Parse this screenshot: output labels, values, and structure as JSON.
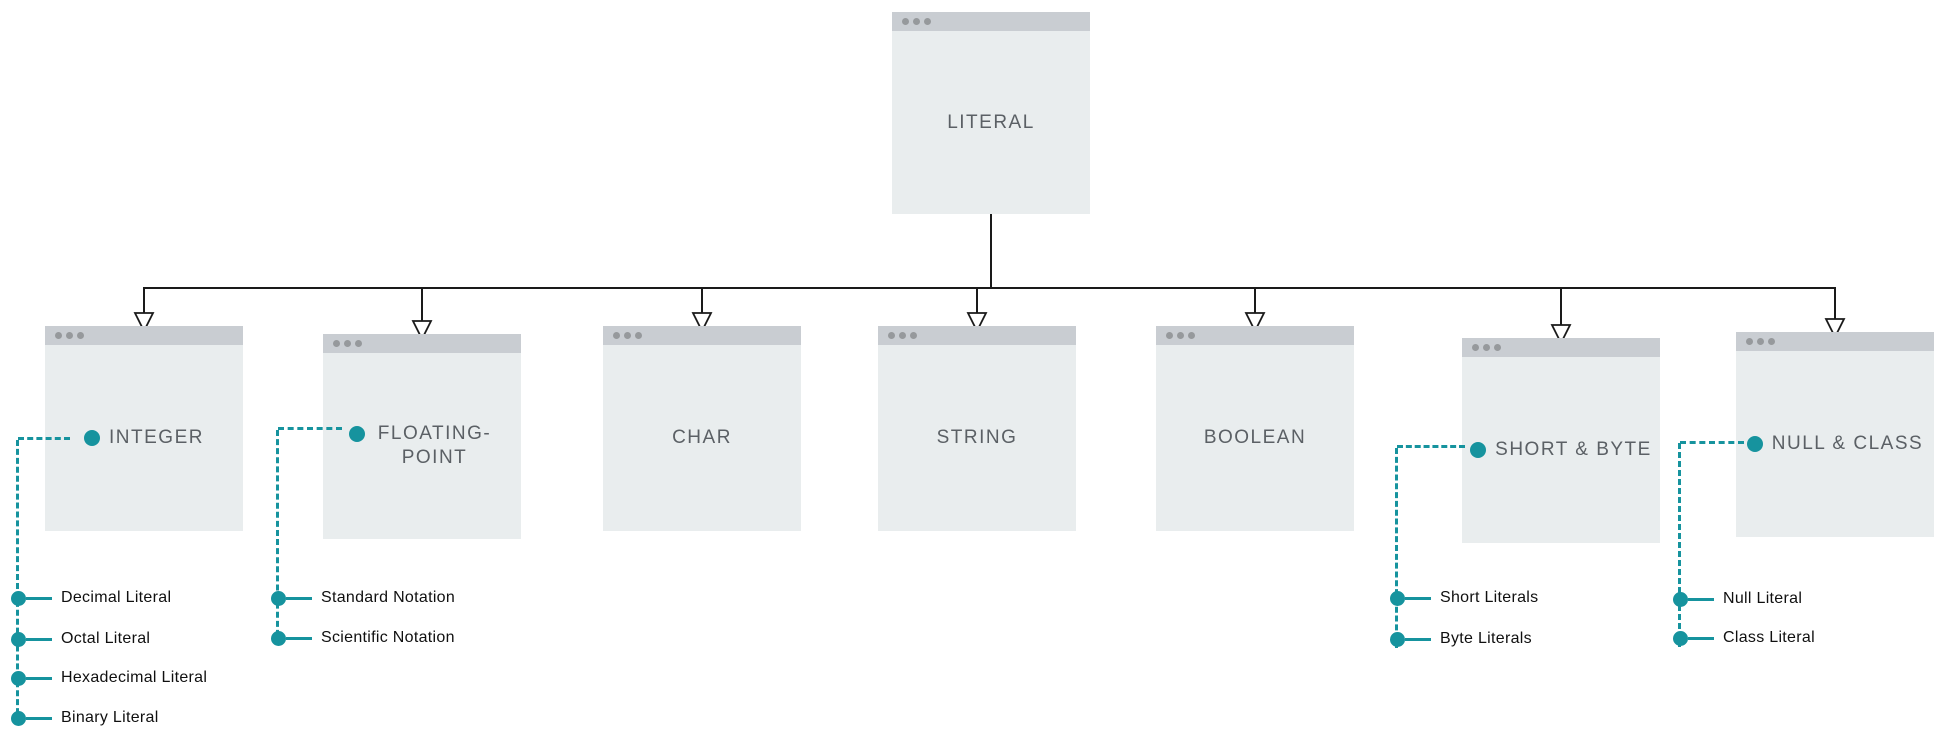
{
  "diagram": {
    "root": {
      "label": "LITERAL"
    },
    "children": [
      {
        "id": "integer",
        "label": "INTEGER",
        "items": [
          "Decimal Literal",
          "Octal Literal",
          "Hexadecimal Literal",
          "Binary Literal"
        ]
      },
      {
        "id": "floating-point",
        "label": "FLOATING-POINT",
        "items": [
          "Standard Notation",
          "Scientific Notation"
        ]
      },
      {
        "id": "char",
        "label": "CHAR",
        "items": []
      },
      {
        "id": "string",
        "label": "STRING",
        "items": []
      },
      {
        "id": "boolean",
        "label": "BOOLEAN",
        "items": []
      },
      {
        "id": "short-byte",
        "label": "SHORT & BYTE",
        "items": [
          "Short Literals",
          "Byte Literals"
        ]
      },
      {
        "id": "null-class",
        "label": "NULL & CLASS",
        "items": [
          "Null Literal",
          "Class Literal"
        ]
      }
    ],
    "colors": {
      "accent_teal": "#16939E",
      "box_body": "#E9EDEE",
      "box_titlebar": "#C9CDD2",
      "window_dot": "#96999C",
      "label_text": "#5B6065",
      "connector_line": "#1A1A1A"
    }
  }
}
